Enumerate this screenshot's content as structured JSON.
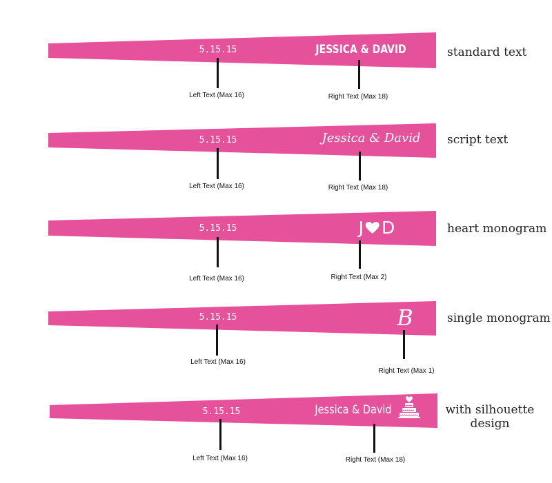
{
  "rows": [
    {
      "style_label": "standard text",
      "date": "5.15.15",
      "names": "JESSICA & DAVID",
      "left_note": "Left Text (Max 16)",
      "right_note": "Right Text (Max 18)"
    },
    {
      "style_label": "script text",
      "date": "5.15.15",
      "names": "Jessica & David",
      "left_note": "Left Text (Max 16)",
      "right_note": "Right Text (Max 18)"
    },
    {
      "style_label": "heart monogram",
      "date": "5.15.15",
      "monogram_left": "J",
      "monogram_right": "D",
      "left_note": "Left Text (Max 16)",
      "right_note": "Right Text (Max 2)"
    },
    {
      "style_label": "single monogram",
      "date": "5.15.15",
      "monogram": "B",
      "left_note": "Left Text (Max 16)",
      "right_note": "Right Text (Max 1)"
    },
    {
      "style_label": "with silhouette design",
      "date": "5.15.15",
      "names": "Jessica & David",
      "icon": "cake-icon",
      "left_note": "Left Text (Max 16)",
      "right_note": "Right Text (Max 18)"
    }
  ],
  "colors": {
    "band_pink": "#e6519c",
    "band_pink_light": "#ea5ea6",
    "text_white": "#ffffff",
    "pointer_black": "#111111"
  }
}
